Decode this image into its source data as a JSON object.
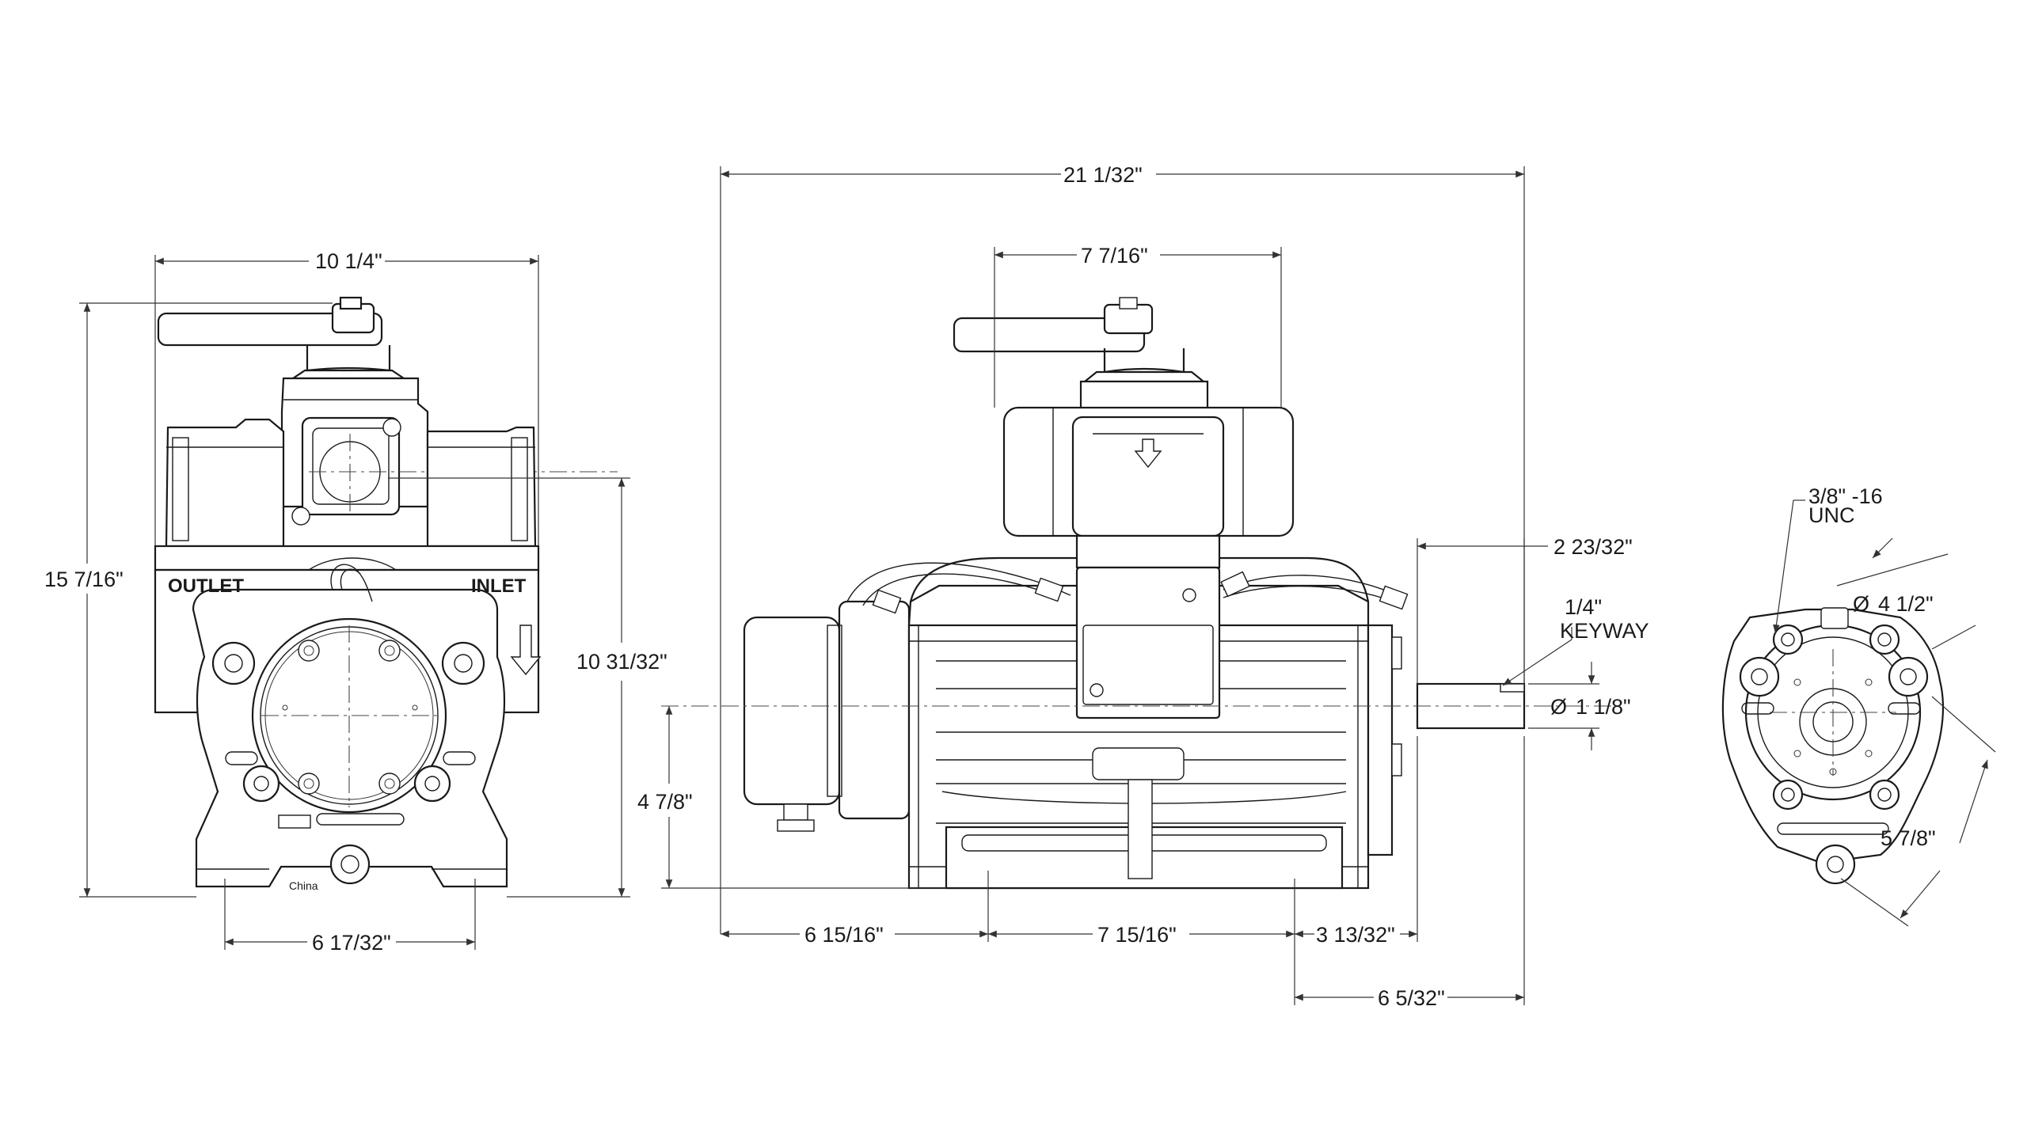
{
  "drawing": {
    "front_view": {
      "labels": {
        "outlet": "OUTLET",
        "inlet": "INLET",
        "country": "China"
      },
      "dimensions": {
        "overall_width": "10 1/4\"",
        "overall_height": "15 7/16\"",
        "mid_height": "10 31/32\"",
        "foot_width": "6 17/32\""
      }
    },
    "side_view": {
      "dimensions": {
        "overall_length": "21 1/32\"",
        "valve_width": "7 7/16\"",
        "shaft_extension": "2 23/32\"",
        "shaft_height": "4 7/8\"",
        "motor_offset": "6 15/16\"",
        "foot_spacing": "7 15/16\"",
        "foot_to_face": "3 13/32\"",
        "shaft_end": "6 5/32\""
      },
      "callouts": {
        "keyway_size": "1/4\"",
        "keyway": "KEYWAY",
        "shaft_diameter": "1 1/8\""
      }
    },
    "end_view": {
      "callouts": {
        "thread_size": "3/8\" -16",
        "thread_class": "UNC"
      },
      "dimensions": {
        "bolt_circle": "4 1/2\"",
        "flange_span": "5 7/8\""
      }
    },
    "symbols": {
      "diameter": "Ø"
    }
  }
}
